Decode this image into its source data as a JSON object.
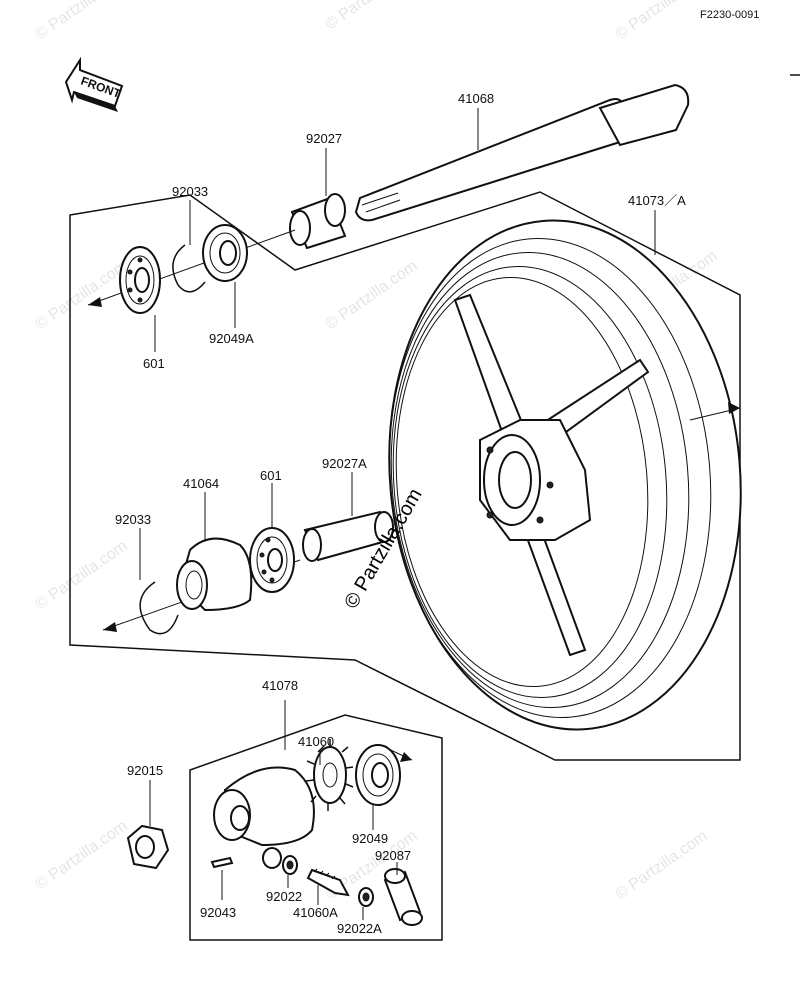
{
  "diagram_code": "F2230-0091",
  "front_label": "FRONT",
  "watermark_text": "© Partzilla.com",
  "center_watermark": "© Partzilla.com",
  "parts": {
    "axle": "41068",
    "collar": "92027",
    "wheel": "41073／A",
    "circlip_upper": "92033",
    "bearing_upper": "601",
    "oil_seal_upper": "92049A",
    "hub_ring": "41064",
    "bearing_lower": "601",
    "collar_long": "92027A",
    "circlip_lower": "92033",
    "meter_gear_assy": "41078",
    "nut": "92015",
    "gear": "41060",
    "oil_seal": "92049",
    "pin": "92043",
    "washer_a": "92022",
    "shaft_gear": "41060A",
    "washer_b": "92022A",
    "bushing": "92087"
  }
}
